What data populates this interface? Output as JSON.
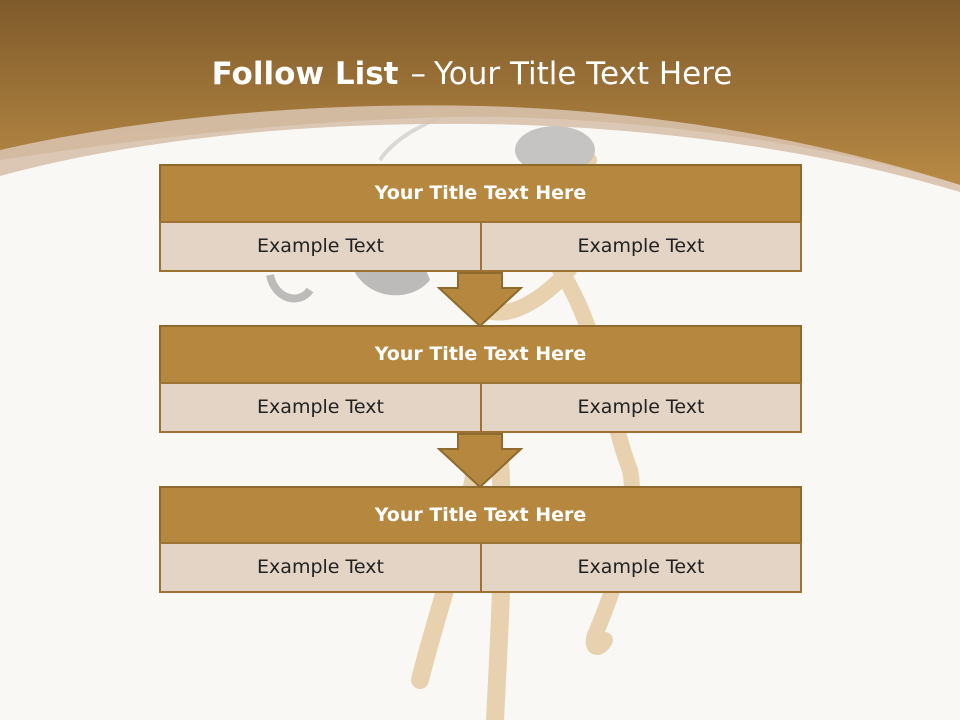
{
  "slide": {
    "title_bold": "Follow List",
    "title_dash": "–",
    "title_rest": "Your Title Text Here"
  },
  "steps": [
    {
      "title": "Your Title Text Here",
      "cells": [
        "Example Text",
        "Example Text"
      ]
    },
    {
      "title": "Your Title Text Here",
      "cells": [
        "Example Text",
        "Example Text"
      ]
    },
    {
      "title": "Your Title Text Here",
      "cells": [
        "Example Text",
        "Example Text"
      ]
    }
  ],
  "colors": {
    "header_top": "#7f5a2b",
    "header_bottom": "#b88a44",
    "title_bar": "#b5873f",
    "cell_fill": "#e3d4c5",
    "border": "#8e6a2c",
    "background": "#faf8f5"
  }
}
